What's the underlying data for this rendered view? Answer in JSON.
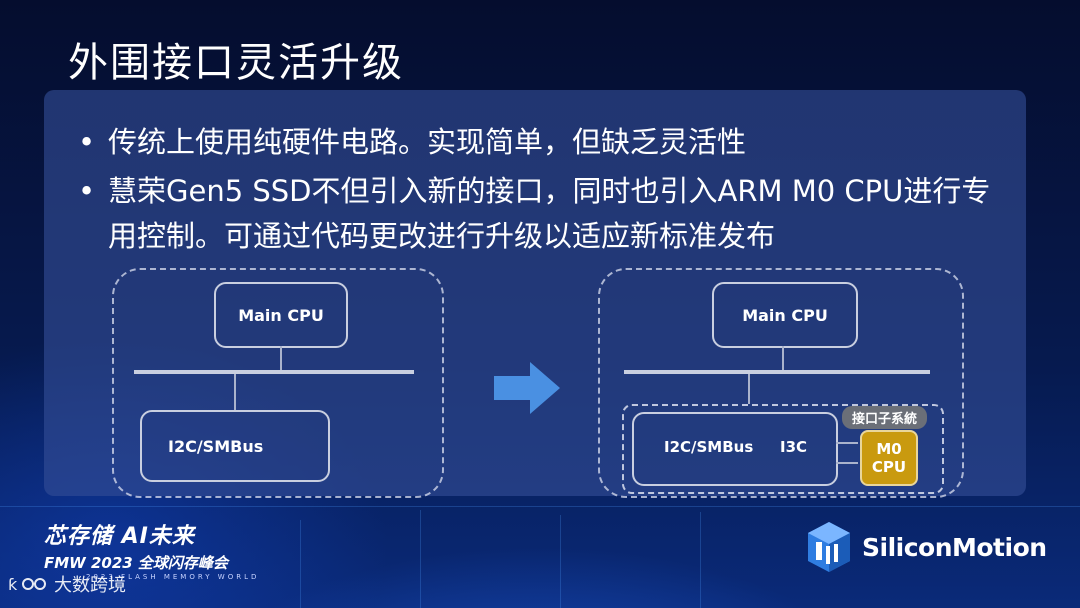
{
  "slide": {
    "title": "外围接口灵活升级",
    "bullets": [
      {
        "marker": "•",
        "text": "传统上使用纯硬件电路。实现简单，但缺乏灵活性"
      },
      {
        "marker": "•",
        "text": "慧荣Gen5 SSD不但引入新的接口，同时也引入ARM M0 CPU进行专用控制。可通过代码更改进行升级以适应新标准发布"
      }
    ]
  },
  "diagram": {
    "left": {
      "main_cpu": "Main CPU",
      "interface": "I2C/SMBus"
    },
    "right": {
      "main_cpu": "Main CPU",
      "interface": "I2C/SMBus",
      "i3c": "I3C",
      "subsystem_tag": "接口子系統",
      "m0_line1": "M0",
      "m0_line2": "CPU"
    },
    "arrow_icon": "right-arrow-icon",
    "colors": {
      "arrow": "#4a90e2",
      "m0_fill": "#c99a0f",
      "tag_fill": "#6b6f78"
    }
  },
  "footer": {
    "event_line1": "芯存储 AI未来",
    "event_line2": "FMW 2023 全球闪存峰会",
    "event_line3": "2023 FLASH MEMORY WORLD",
    "watermark": "大数跨境",
    "company": "SiliconMotion"
  }
}
